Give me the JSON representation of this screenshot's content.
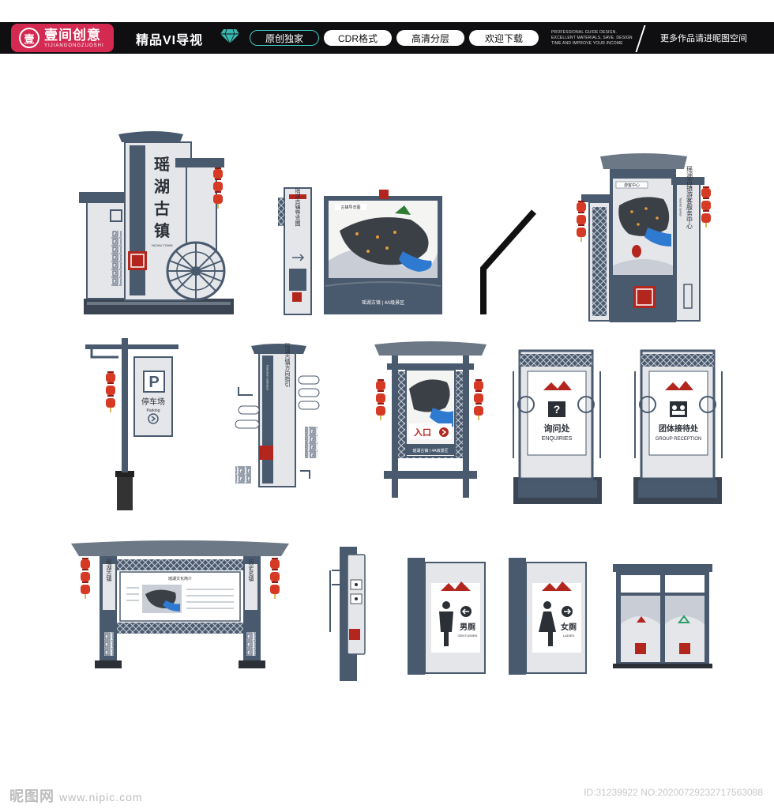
{
  "header": {
    "brand_mark": "壹",
    "brand_cn": "壹间创意",
    "brand_en": "YIJIANGONGZUOSHI",
    "title": "精品VI导视",
    "tags": [
      "原创独家",
      "CDR格式",
      "高清分层",
      "欢迎下载"
    ],
    "tagline": "PROFESSIONAL GUIDE DESIGN. EXCELLENT MATERIALS, SAVE. DESIGN TIME AND IMPROVE YOUR INCOME",
    "more": "更多作品请进昵图空间"
  },
  "signs": {
    "main_gate_title": "瑶湖古镇",
    "main_gate_en": "YAOHU TOWN",
    "guide_vertical": "瑶湖古镇导览图",
    "guide_map_title": "古镇导览图",
    "guide_footer": "瑶湖古镇 | 4A级景区",
    "tourist_center_box": "游客中心",
    "tourist_center": "瑶湖古镇游客服务中心",
    "tourist_center_en": "Tourist center",
    "parking_cn": "停车场",
    "parking_en": "Parking",
    "direction_vertical": "瑶湖古镇方向指引",
    "direction_en": "Direction indicator",
    "entrance": "入口",
    "entrance_footer": "瑶湖古镇 | 4A级景区",
    "enquiries_cn": "询问处",
    "enquiries_en": "ENQUIRIES",
    "reception_cn": "团体接待处",
    "reception_en": "GROUP RECEPTION",
    "board_left": "瑶湖古镇",
    "board_right": "历史名镇",
    "board_title": "瑶湖文化简介",
    "men_cn": "男厕",
    "men_en": "GENTLEMEN",
    "women_cn": "女厕",
    "women_en": "LADIES",
    "small_logo": "瑶湖古镇"
  },
  "watermark": {
    "site": "昵图网",
    "url": "www.nipic.com",
    "id": "ID:31239922 NO:20200729232717563088"
  },
  "colors": {
    "slate": "#4a5a6e",
    "tile": "#6c7886",
    "panel": "#e4e6ea",
    "red": "#b3261e",
    "lantern": "#d63a24",
    "brand": "#d42a52"
  }
}
